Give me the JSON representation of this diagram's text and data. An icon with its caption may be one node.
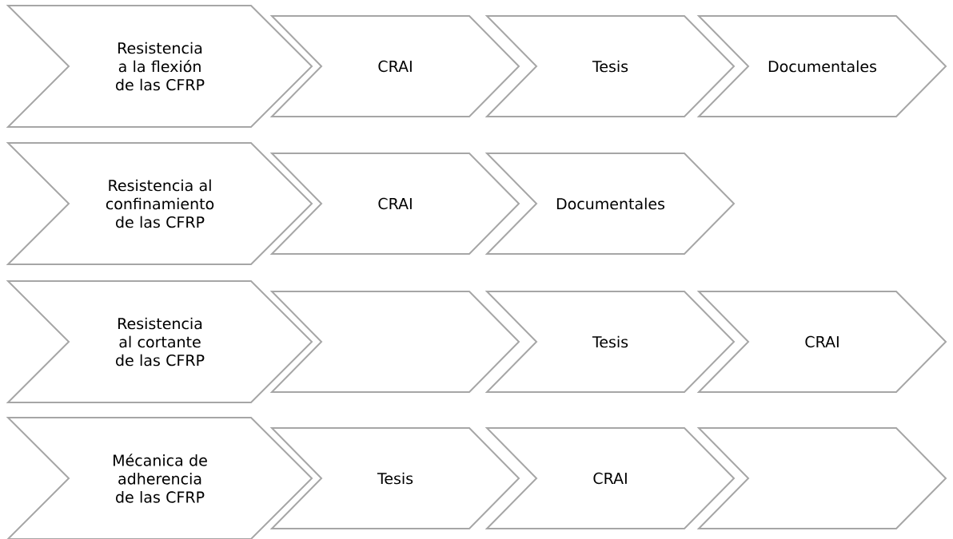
{
  "diagram": {
    "nodes": [
      {
        "text": [
          "Resistencia a la flexión de las CFRP"
        ]
      },
      {
        "text": [
          "CRAI"
        ]
      },
      {
        "text": [
          "Tesis"
        ]
      },
      {
        "text": [
          "Documentales"
        ]
      },
      {
        "text": [
          "Resistencia al confinamiento de las CFRP"
        ]
      },
      {
        "text": [
          "CRAI"
        ]
      },
      {
        "text": [
          "Documentales"
        ]
      },
      {
        "text": [
          "Resistencia al cortante de las CFRP"
        ]
      },
      {
        "text": [],
        "shape": "chevron"
      },
      {
        "text": [
          "Tesis"
        ]
      },
      {
        "text": [
          "CRAI"
        ]
      },
      {
        "text": [
          "Mécanica de adherencia de las CFRP"
        ]
      },
      {
        "text": [
          "Tesis"
        ]
      },
      {
        "text": [
          "CRAI"
        ]
      },
      {
        "text": [],
        "shape": "chevron"
      }
    ]
  }
}
